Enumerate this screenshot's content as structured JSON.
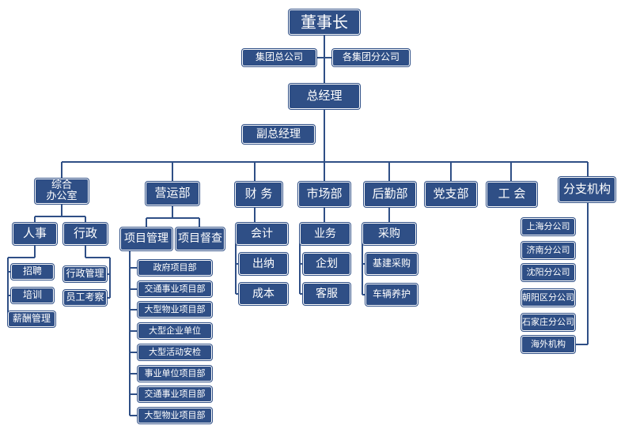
{
  "org": {
    "chairman": "董事长",
    "group_hq": "集团总公司",
    "group_subs": "各集团分公司",
    "gm": "总经理",
    "deputy_gm": "副总经理",
    "departments": {
      "admin": {
        "label": "综合\n办公室",
        "hr": {
          "label": "人事",
          "items": [
            "招聘",
            "培训",
            "薪酬管理"
          ]
        },
        "admin_sub": {
          "label": "行政",
          "items": [
            "行政管理",
            "员工考察"
          ]
        }
      },
      "operations": {
        "label": "营运部",
        "pm": {
          "label": "项目管理",
          "items": [
            "政府项目部",
            "交通事业项目部",
            "大型物业项目部",
            "大型企业单位",
            "大型活动安检",
            "事业单位项目部",
            "交通事业项目部",
            "大型物业项目部"
          ]
        },
        "supervision": {
          "label": "项目督查"
        }
      },
      "finance": {
        "label": "财 务",
        "items": [
          "会计",
          "出纳",
          "成本"
        ]
      },
      "market": {
        "label": "市场部",
        "items": [
          "业务",
          "企划",
          "客服"
        ]
      },
      "logistics": {
        "label": "后勤部",
        "items": [
          "采购",
          "基建采购",
          "车辆养护"
        ]
      },
      "party": {
        "label": "党支部"
      },
      "union": {
        "label": "工 会"
      },
      "branches": {
        "label": "分支机构",
        "items": [
          "上海分公司",
          "济南分公司",
          "沈阳分公司",
          "朝阳区分公司",
          "石家庄分公司",
          "海外机构"
        ]
      }
    }
  },
  "colors": {
    "box": "#2f4f86",
    "line": "#2f4f86",
    "text": "#ffffff"
  }
}
